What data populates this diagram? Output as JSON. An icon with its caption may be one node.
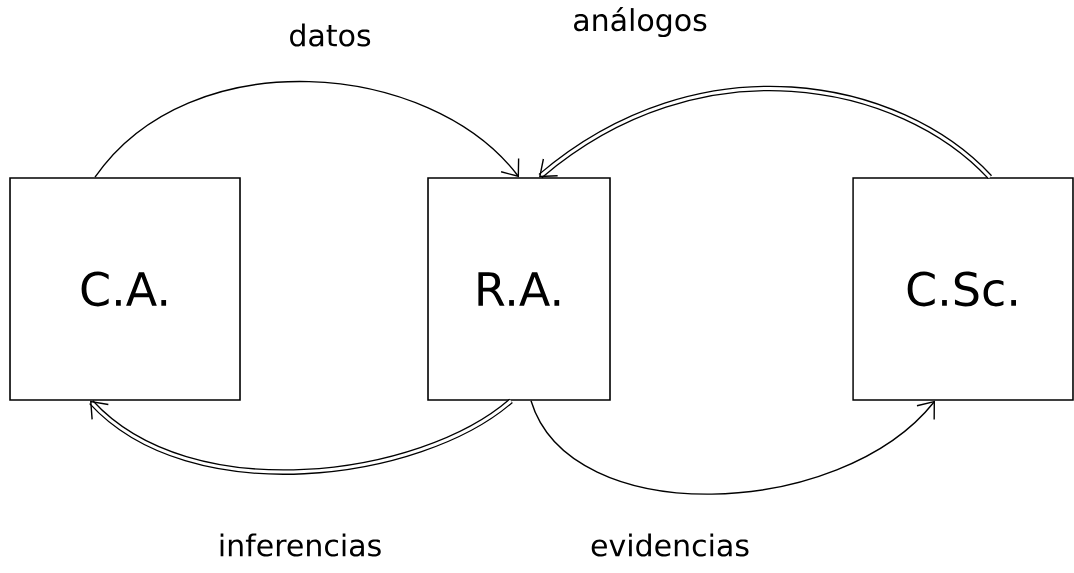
{
  "diagram": {
    "nodes": [
      {
        "text": [
          "C.A."
        ]
      },
      {
        "text": [
          "R.A."
        ]
      },
      {
        "text": [
          "C.Sc."
        ]
      }
    ],
    "edges": [
      {
        "from": 0,
        "to": 1,
        "arrow": "to",
        "label": "datos"
      },
      {
        "from": 2,
        "to": 1,
        "arrow": "to",
        "label": "análogos",
        "style": "thick"
      },
      {
        "from": 1,
        "to": 0,
        "arrow": "to",
        "label": "inferencias",
        "style": "thick"
      },
      {
        "from": 1,
        "to": 2,
        "arrow": "to",
        "label": "evidencias"
      }
    ]
  }
}
